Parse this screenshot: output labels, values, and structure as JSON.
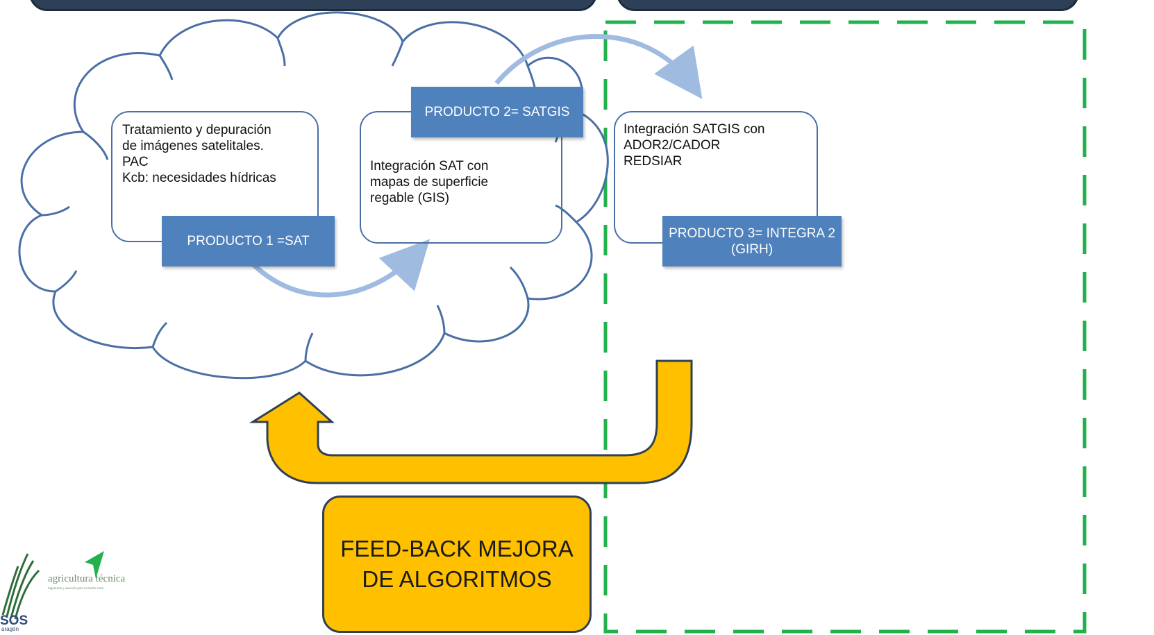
{
  "stages": [
    {
      "text": "Tratamiento y depuración\nde imágenes satelitales.\nPAC\nKcb: necesidades hídricas"
    },
    {
      "text": "Integración SAT con\nmapas de superficie\nregable (GIS)"
    },
    {
      "text": "Integración SATGIS con\nADOR2/CADOR\nREDSIAR"
    }
  ],
  "products": [
    {
      "label": "PRODUCTO 1 =SAT"
    },
    {
      "label": "PRODUCTO 2= SATGIS"
    },
    {
      "label": "PRODUCTO 3= INTEGRA 2 (GIRH)"
    }
  ],
  "feedback": {
    "line1": "FEED-BACK MEJORA",
    "line2": "DE ALGORITMOS"
  },
  "logos": {
    "left_text": "SOS",
    "left_sub": "aragón",
    "right_text": "agricultura técnica",
    "right_sub": "ingeniería y asesoría para el medio rural"
  },
  "colors": {
    "product_fill": "#4f81bd",
    "feedback_fill": "#ffc000",
    "dashed_border": "#22b14c",
    "cloud_stroke": "#4a6fa5"
  }
}
